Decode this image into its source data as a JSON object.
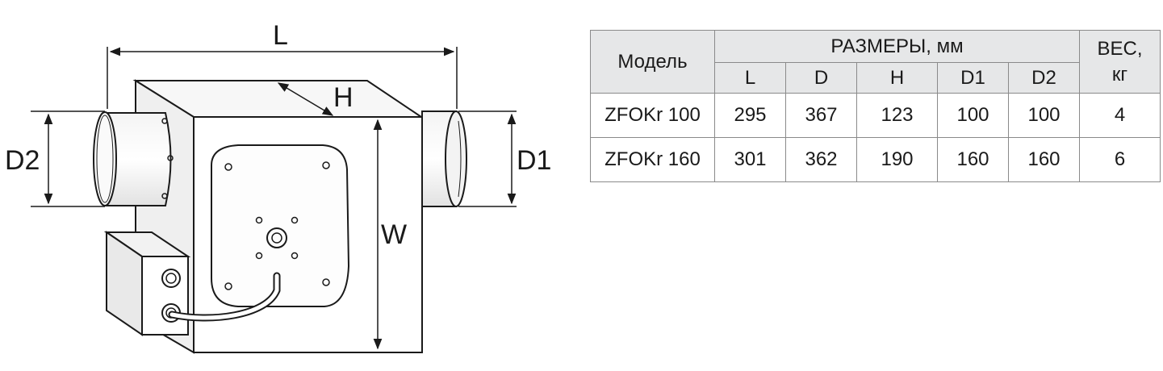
{
  "drawing": {
    "labels": {
      "L": "L",
      "H": "H",
      "D1": "D1",
      "D2": "D2",
      "W": "W"
    }
  },
  "table": {
    "model_header": "Модель",
    "dimensions_header": "РАЗМЕРЫ, мм",
    "weight_header_line1": "ВЕС,",
    "weight_header_line2": "кг",
    "columns": [
      "L",
      "D",
      "H",
      "D1",
      "D2"
    ],
    "rows": [
      {
        "model": "ZFOKr 100",
        "values": [
          "295",
          "367",
          "123",
          "100",
          "100"
        ],
        "weight": "4"
      },
      {
        "model": "ZFOKr 160",
        "values": [
          "301",
          "362",
          "190",
          "160",
          "160"
        ],
        "weight": "6"
      }
    ],
    "header_fill": "#e6e7e8",
    "border_color": "#8a8a8a"
  }
}
